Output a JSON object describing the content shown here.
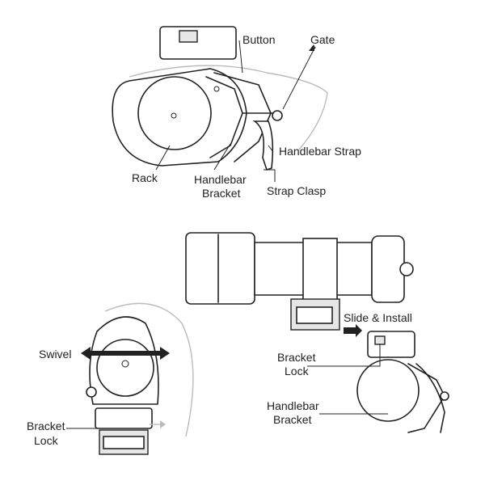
{
  "top_view": {
    "button": "Button",
    "gate": "Gate",
    "rack": "Rack",
    "handlebar_bracket_line1": "Handlebar",
    "handlebar_bracket_line2": "Bracket",
    "handlebar_strap": "Handlebar Strap",
    "strap_clasp": "Strap Clasp"
  },
  "install_view": {
    "slide_install": "Slide & Install",
    "bracket_lock_line1": "Bracket",
    "bracket_lock_line2": "Lock",
    "handlebar_bracket_line1": "Handlebar",
    "handlebar_bracket_line2": "Bracket"
  },
  "swivel_view": {
    "swivel": "Swivel",
    "bracket_lock_line1": "Bracket",
    "bracket_lock_line2": "Lock"
  }
}
